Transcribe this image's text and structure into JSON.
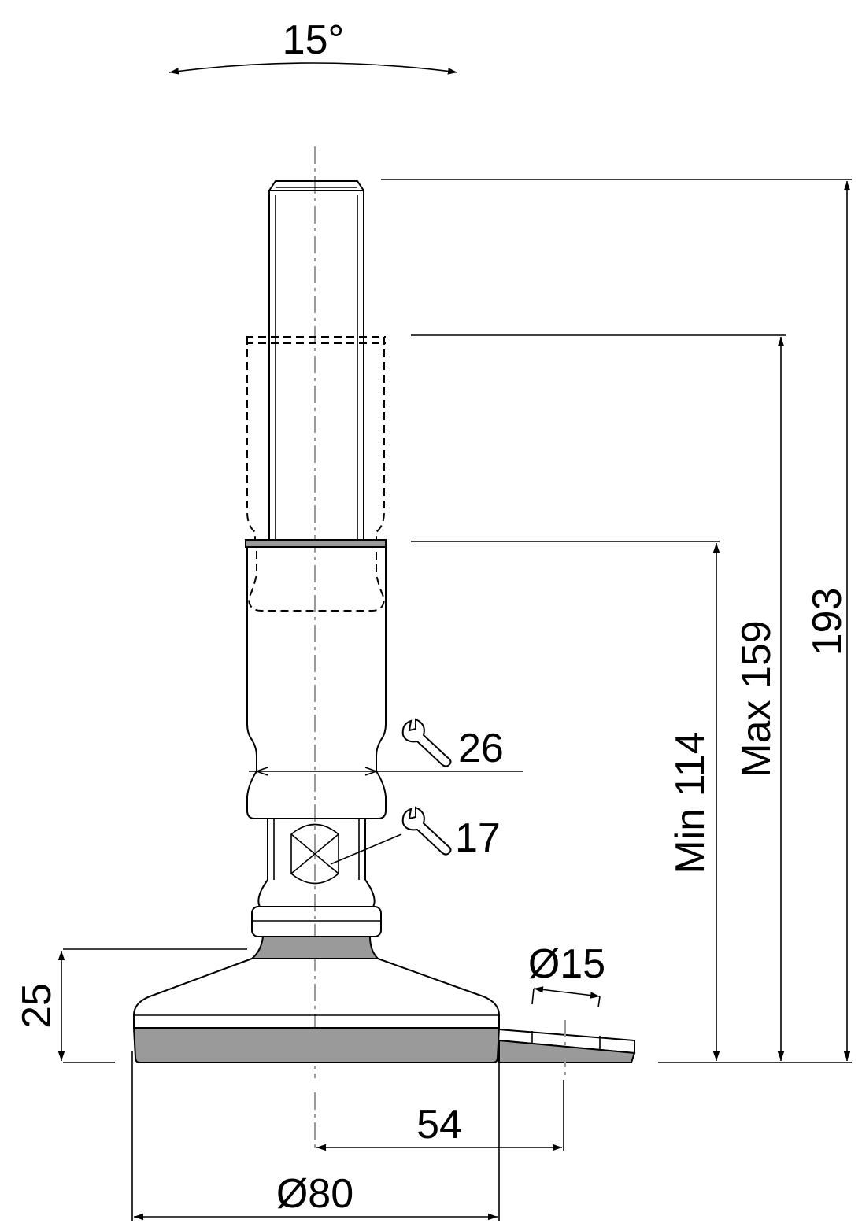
{
  "dimensions": {
    "tilt_angle": "15°",
    "total_height": "193",
    "max_height": "Max 159",
    "min_height": "Min 114",
    "base_height": "25",
    "wrench_upper": "26",
    "wrench_lower": "17",
    "hole_diameter": "Ø15",
    "hole_offset": "54",
    "base_diameter": "Ø80"
  },
  "colors": {
    "line": "#000000",
    "fill_grey": "#9a9a9a",
    "axis": "#9a9a9a"
  }
}
